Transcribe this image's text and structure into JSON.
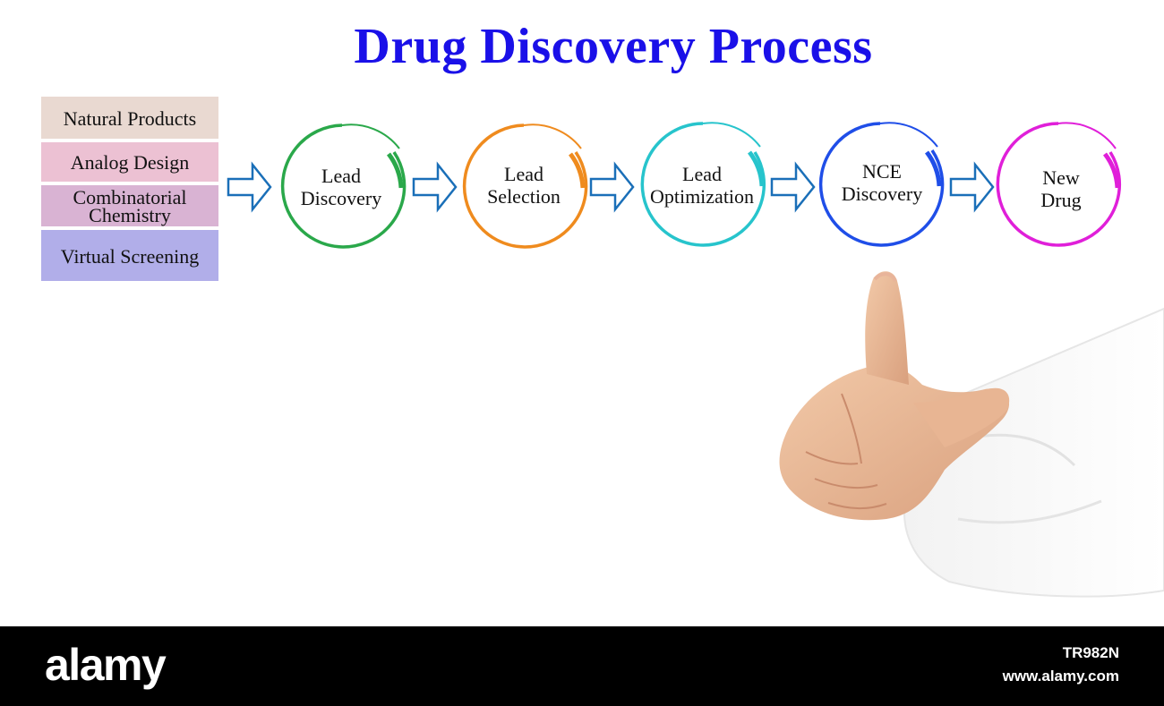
{
  "title": "Drug Discovery Process",
  "sources": [
    {
      "label": "Natural Products",
      "color": "#e9d9d1"
    },
    {
      "label": "Analog Design",
      "color": "#ecc1d3"
    },
    {
      "label": "Combinatorial Chemistry",
      "color": "#d9b3d3"
    },
    {
      "label": "Virtual Screening",
      "color": "#b1aee9"
    }
  ],
  "stages": [
    {
      "line1": "Lead",
      "line2": "Discovery",
      "color": "#2aa84a"
    },
    {
      "line1": "Lead",
      "line2": "Selection",
      "color": "#ef8b1e"
    },
    {
      "line1": "Lead",
      "line2": "Optimization",
      "color": "#27c4cc"
    },
    {
      "line1": "NCE",
      "line2": "Discovery",
      "color": "#1f4ee8"
    },
    {
      "line1": "New",
      "line2": "Drug",
      "color": "#e01fd9"
    }
  ],
  "arrow_color": "#1a6fb8",
  "footer": {
    "logo": "alamy",
    "image_id": "TR982N",
    "url": "www.alamy.com"
  }
}
